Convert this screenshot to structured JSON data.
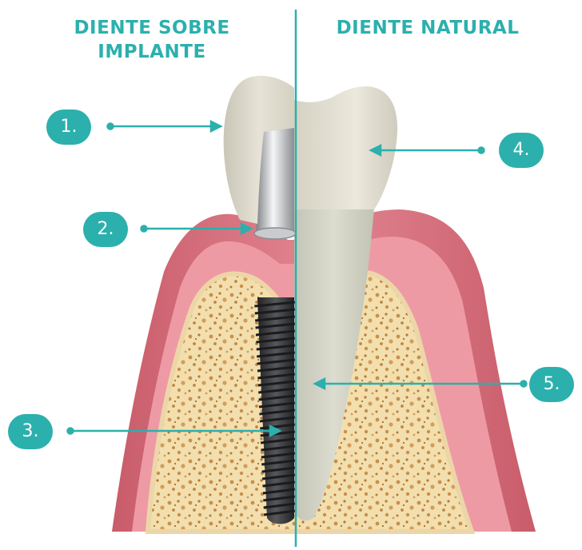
{
  "headings": {
    "left_lines": [
      "DIENTE SOBRE",
      "IMPLANTE"
    ],
    "right": "DIENTE NATURAL"
  },
  "callouts": [
    "1.",
    "2.",
    "3.",
    "4.",
    "5."
  ],
  "colors": {
    "accent": "#2bb0ad",
    "gum": "#d97480",
    "gum_inner": "#ee9aa4",
    "bone": "#f1ddb0",
    "bone_spots": "#c8904c",
    "crown": "#dedbcd",
    "implant_screw": "#3a3a3c",
    "abutment": "#b8babd"
  }
}
